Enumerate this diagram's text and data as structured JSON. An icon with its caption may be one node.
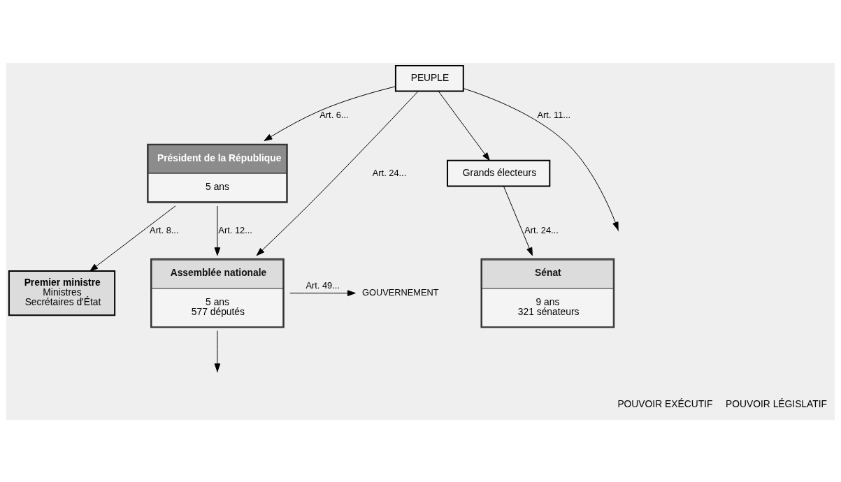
{
  "diagram": {
    "nodes": [
      {
        "text": [
          "PEUPLE"
        ]
      },
      {
        "text": [
          "Président de la République",
          "5 ans"
        ]
      },
      {
        "text": [
          "Grands électeurs"
        ]
      },
      {
        "text": [
          "Premier ministre",
          "Ministres",
          "Secrétaires d'État"
        ]
      },
      {
        "text": [
          "GOUVERNEMENT"
        ]
      },
      {
        "text": [
          "Assemblée nationale",
          "5 ans",
          "577 députés"
        ]
      },
      {
        "text": [
          "Sénat",
          "9 ans",
          "321 sénateurs"
        ]
      }
    ],
    "edges": [
      {
        "from": 0,
        "to": 1,
        "arrow": "to",
        "label": "Art. 6..."
      },
      {
        "from": 0,
        "to": null,
        "arrow": "to",
        "label": "Art. 11..."
      },
      {
        "from": 0,
        "to": 2,
        "arrow": "to"
      },
      {
        "from": 0,
        "to": 5,
        "arrow": "to",
        "label": "Art. 24..."
      },
      {
        "from": 1,
        "to": 3,
        "arrow": "to",
        "label": "Art. 8..."
      },
      {
        "from": 2,
        "to": 6,
        "arrow": "to",
        "label": "Art. 24..."
      },
      {
        "from": 5,
        "to": 4,
        "arrow": "to",
        "label": "Art. 49..."
      },
      {
        "from": 1,
        "to": 5,
        "arrow": "to",
        "label": "Art. 12..."
      },
      {
        "from": 5,
        "to": null,
        "arrow": "to"
      }
    ],
    "labels": [
      "POUVOIR EXÉCUTIF",
      "POUVOIR LÉGISLATIF"
    ]
  }
}
